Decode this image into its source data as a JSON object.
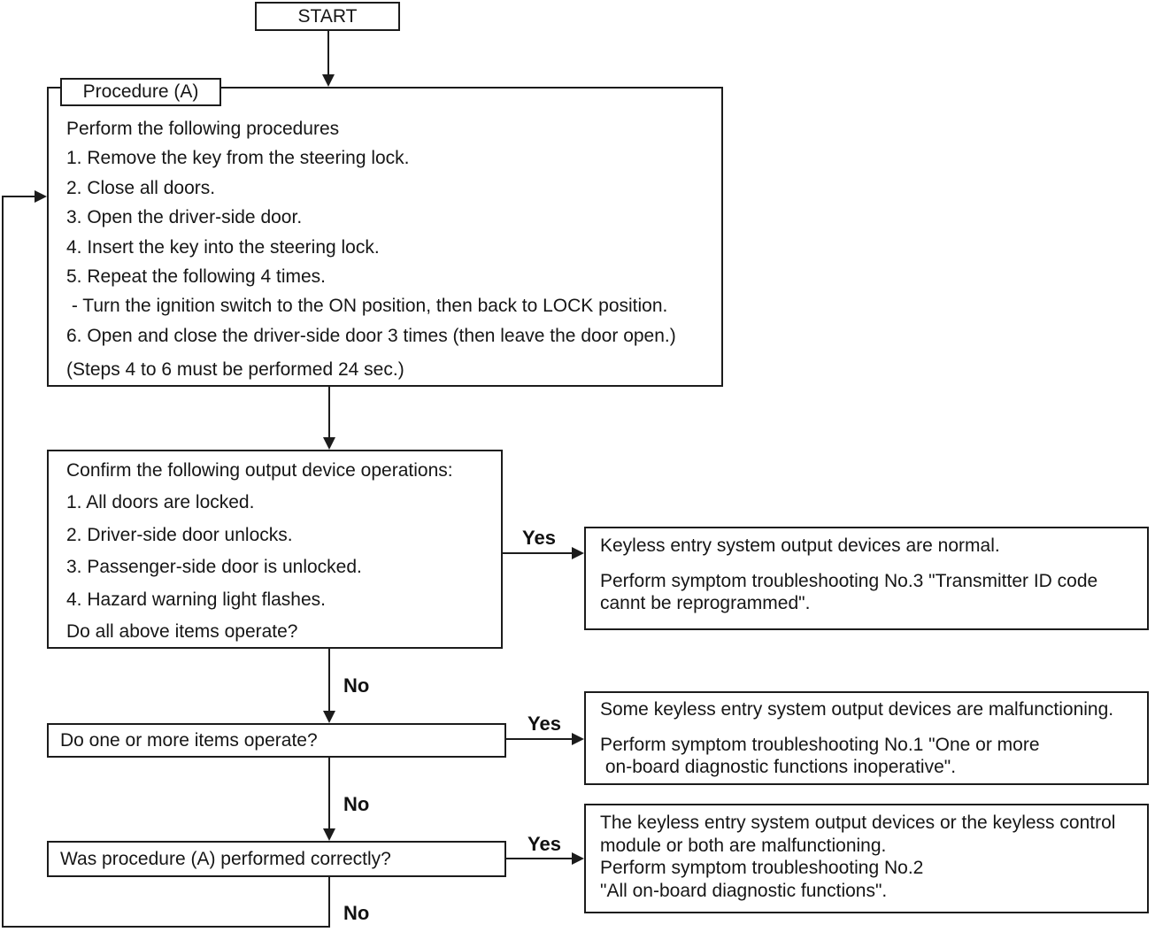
{
  "diagram": {
    "start_label": "START",
    "branch_labels": {
      "yes": "Yes",
      "no": "No"
    },
    "procedure_box": {
      "title": "Procedure (A)",
      "lines": [
        "Perform the following procedures",
        "1. Remove the key from the steering lock.",
        "2. Close all doors.",
        "3. Open the driver-side door.",
        "4. Insert the key into the steering lock.",
        "5. Repeat the following 4 times.",
        " - Turn the ignition switch to the ON position, then back to LOCK position.",
        "6. Open and close the driver-side door 3 times (then leave the door open.)",
        "(Steps 4 to 6 must be performed 24 sec.)"
      ]
    },
    "confirm_box": {
      "lines": [
        "Confirm the following output device operations:",
        "1. All doors are locked.",
        "2. Driver-side door unlocks.",
        "3. Passenger-side door is unlocked.",
        "4. Hazard warning light flashes.",
        "Do all above items operate?"
      ]
    },
    "question_items_box": {
      "label": "Do one or more items operate?"
    },
    "question_procedure_box": {
      "label": "Was procedure (A) performed correctly?"
    },
    "result_normal_box": {
      "line1": "Keyless entry system output devices are normal.",
      "line2": "Perform symptom troubleshooting No.3 \"Transmitter ID code",
      "line3": "cannt be reprogrammed\"."
    },
    "result_some_box": {
      "line1": "Some keyless entry system output devices are malfunctioning.",
      "line2": "Perform symptom troubleshooting No.1 \"One or more",
      "line3": " on-board diagnostic functions inoperative\"."
    },
    "result_module_box": {
      "line1": "The keyless entry system output devices or the keyless control",
      "line2": "module or both are malfunctioning.",
      "line3": "Perform symptom troubleshooting No.2",
      "line4": "\"All on-board diagnostic functions\"."
    },
    "colors": {
      "ink": "#1c1c1c",
      "background": "#ffffff"
    }
  }
}
